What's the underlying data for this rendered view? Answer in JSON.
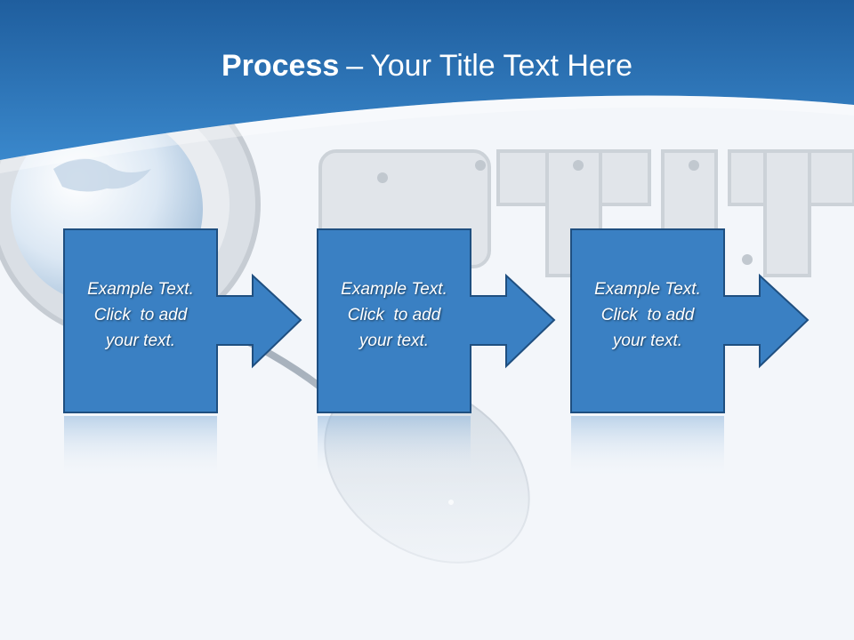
{
  "slide": {
    "title_bold": "Process",
    "title_separator": "–",
    "title_rest": "Your Title Text Here"
  },
  "steps": [
    {
      "lines": [
        "Example Text.",
        "Click  to add",
        "your text."
      ]
    },
    {
      "lines": [
        "Example Text.",
        "Click  to add",
        "your text."
      ]
    },
    {
      "lines": [
        "Example Text.",
        "Click  to add",
        "your text."
      ]
    }
  ],
  "colors": {
    "header_blue": "#2f7fc4",
    "header_dark": "#1f5e9e",
    "shape_fill": "#3a80c3",
    "shape_stroke": "#1f4f80",
    "text": "#ffffff",
    "background": "#f3f6fa"
  }
}
